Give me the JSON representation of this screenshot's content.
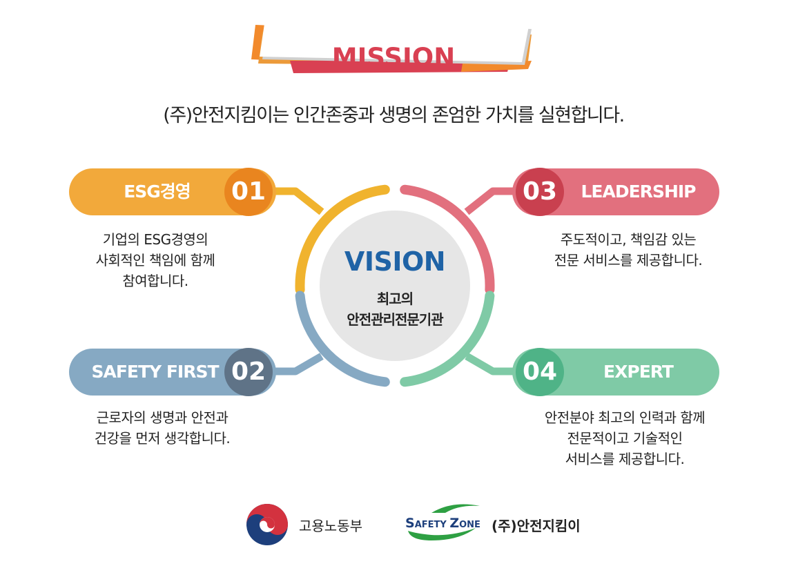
{
  "mission": {
    "title": "MISSION",
    "statement": "(주)안전지킴이는 인간존중과 생명의 존엄한 가치를 실현합니다."
  },
  "vision": {
    "title": "VISION",
    "line1": "최고의",
    "line2": "안전관리전문기관"
  },
  "values": [
    {
      "number": "01",
      "label": "ESG경영",
      "color": "#f2a93b",
      "circle_color": "#e9851f",
      "desc": [
        "기업의 ESG경영의",
        "사회적인 책임에 함께",
        "참여합니다."
      ]
    },
    {
      "number": "02",
      "label": "SAFETY FIRST",
      "color": "#86a9c3",
      "circle_color": "#5f7387",
      "desc": [
        "근로자의 생명과 안전과",
        "건강을 먼저 생각합니다."
      ]
    },
    {
      "number": "03",
      "label": "LEADERSHIP",
      "color": "#e2707e",
      "circle_color": "#c9404f",
      "desc": [
        "주도적이고, 책임감 있는",
        "전문 서비스를 제공합니다."
      ]
    },
    {
      "number": "04",
      "label": "EXPERT",
      "color": "#7fcaa6",
      "circle_color": "#4fb387",
      "desc": [
        "안전분야 최고의 인력과 함께",
        "전문적이고 기술적인",
        "서비스를 제공합니다."
      ]
    }
  ],
  "footer": {
    "ministry": "고용노동부",
    "brand_s": "S",
    "brand_afety": "AFETY ",
    "brand_z": "Z",
    "brand_one": "ONE",
    "company": "(주)안전지킴이"
  }
}
